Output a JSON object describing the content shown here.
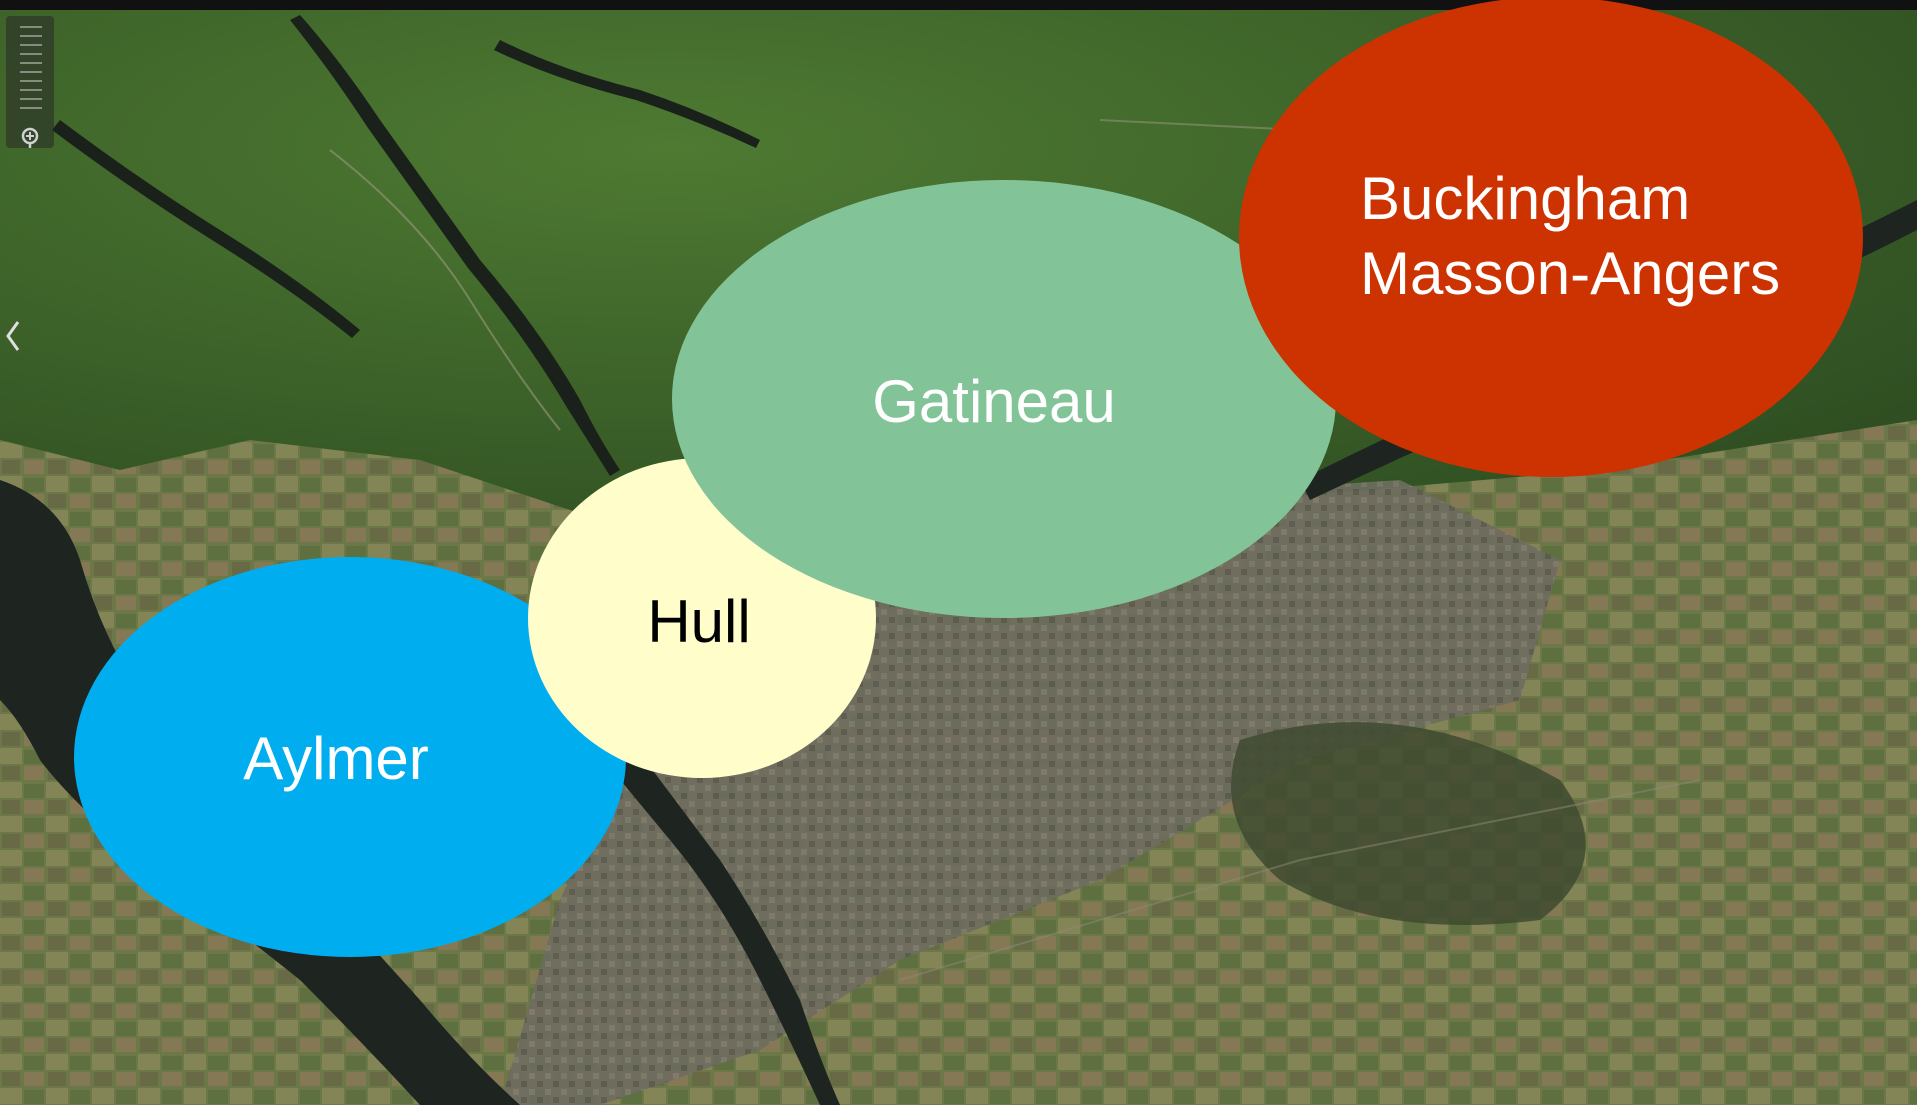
{
  "regions": [
    {
      "id": "aylmer",
      "label": "Aylmer",
      "color": "#00AEEF",
      "text_color": "#FFFFFF"
    },
    {
      "id": "hull",
      "label": "Hull",
      "color": "#FFFECB",
      "text_color": "#000000"
    },
    {
      "id": "gatineau",
      "label": "Gatineau",
      "color": "#82C497",
      "text_color": "#FFFFFF"
    },
    {
      "id": "buckingham",
      "label_lines": [
        "Buckingham",
        "Masson-Angers"
      ],
      "color": "#CC3300",
      "text_color": "#FFFFFF"
    }
  ],
  "controls": {
    "zoom_icon": "zoom-icon",
    "back_icon": "chevron-left-icon"
  }
}
